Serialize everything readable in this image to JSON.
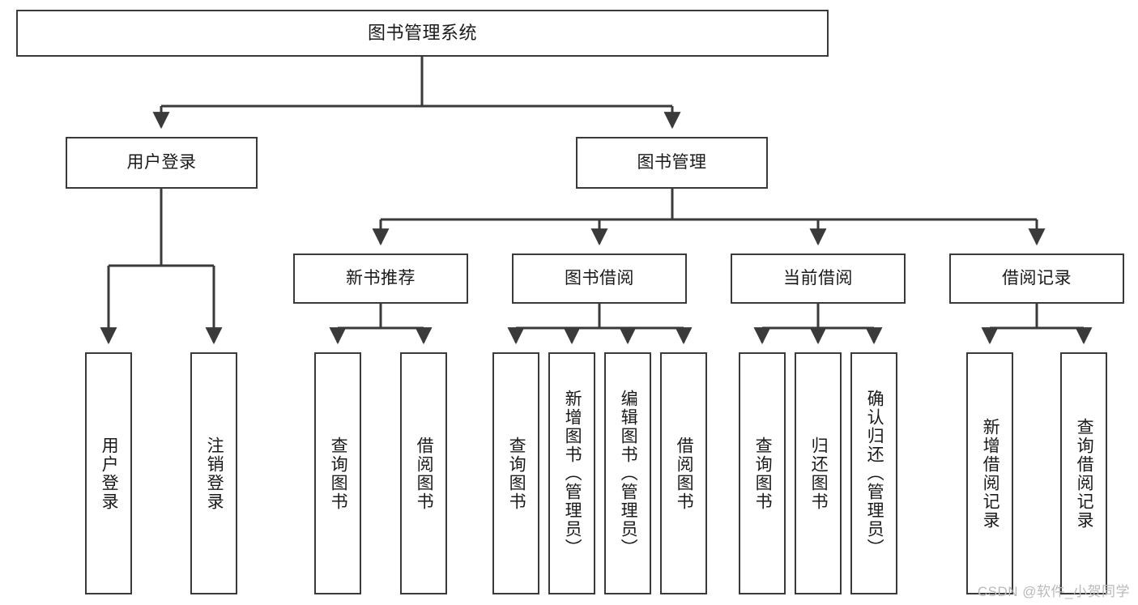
{
  "diagram": {
    "type": "tree-hierarchy",
    "title": "图书管理系统",
    "root": {
      "label": "图书管理系统"
    },
    "level2": [
      {
        "label": "用户登录"
      },
      {
        "label": "图书管理"
      }
    ],
    "level3": [
      {
        "label": "新书推荐"
      },
      {
        "label": "图书借阅"
      },
      {
        "label": "当前借阅"
      },
      {
        "label": "借阅记录"
      }
    ],
    "leaves": {
      "user_login": [
        {
          "label": "用户登录"
        },
        {
          "label": "注销登录"
        }
      ],
      "new_book_recommend": [
        {
          "label": "查询图书"
        },
        {
          "label": "借阅图书"
        }
      ],
      "book_borrow": [
        {
          "label": "查询图书"
        },
        {
          "label": "新增图书（管理员）"
        },
        {
          "label": "编辑图书（管理员）"
        },
        {
          "label": "借阅图书"
        }
      ],
      "current_borrow": [
        {
          "label": "查询图书"
        },
        {
          "label": "归还图书"
        },
        {
          "label": "确认归还（管理员）"
        }
      ],
      "borrow_record": [
        {
          "label": "新增借阅记录"
        },
        {
          "label": "查询借阅记录"
        }
      ]
    },
    "watermark": "CSDN @软件_小贺同学",
    "colors": {
      "stroke": "#3a3a3a",
      "background": "#ffffff",
      "text": "#1a1a1a",
      "watermark": "#b9b9b9"
    }
  }
}
